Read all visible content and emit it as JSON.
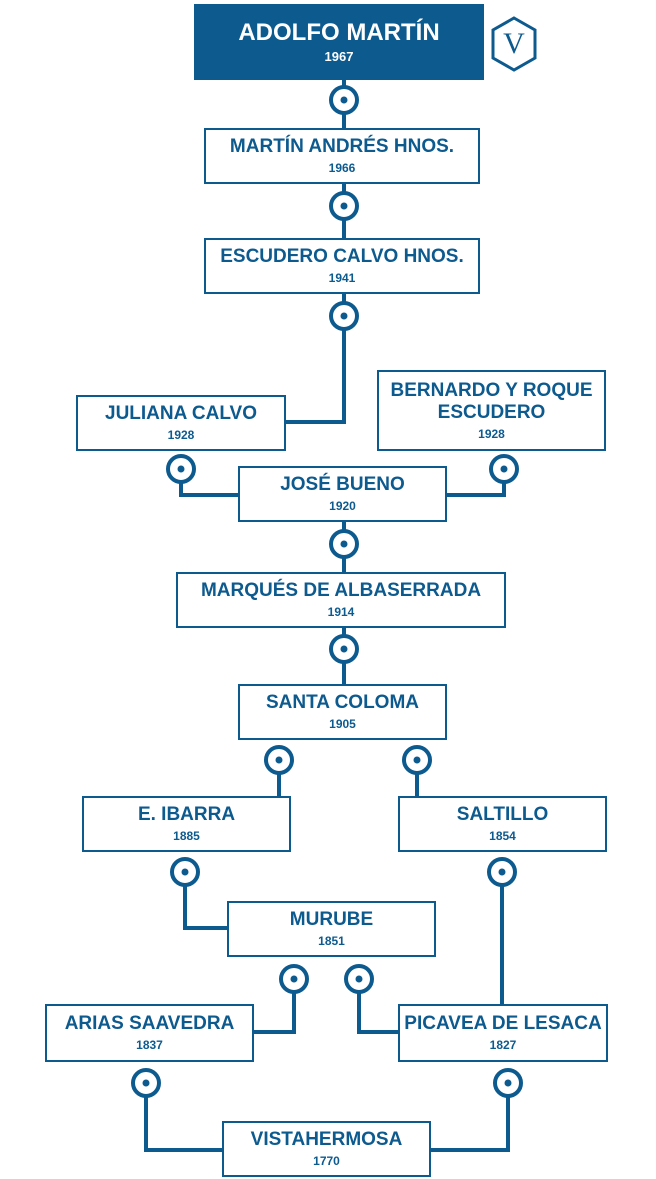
{
  "brand": {
    "logo_letter": "V",
    "color": "#0d5a8f"
  },
  "nodes": {
    "adolfo_martin": {
      "name": "ADOLFO MARTÍN",
      "year": "1967"
    },
    "martin_andres": {
      "name": "MARTÍN ANDRÉS HNOS.",
      "year": "1966"
    },
    "escudero_calvo": {
      "name": "ESCUDERO CALVO HNOS.",
      "year": "1941"
    },
    "juliana_calvo": {
      "name": "JULIANA CALVO",
      "year": "1928"
    },
    "bernardo_roque": {
      "name_line1": "BERNARDO Y ROQUE",
      "name_line2": "ESCUDERO",
      "year": "1928"
    },
    "jose_bueno": {
      "name": "JOSÉ BUENO",
      "year": "1920"
    },
    "marques_albaserrada": {
      "name": "MARQUÉS DE ALBASERRADA",
      "year": "1914"
    },
    "santa_coloma": {
      "name": "SANTA COLOMA",
      "year": "1905"
    },
    "e_ibarra": {
      "name": "E. IBARRA",
      "year": "1885"
    },
    "saltillo": {
      "name": "SALTILLO",
      "year": "1854"
    },
    "murube": {
      "name": "MURUBE",
      "year": "1851"
    },
    "arias_saavedra": {
      "name": "ARIAS SAAVEDRA",
      "year": "1837"
    },
    "picavea_de_lesaca": {
      "name": "PICAVEA DE LESACA",
      "year": "1827"
    },
    "vistahermosa": {
      "name": "VISTAHERMOSA",
      "year": "1770"
    }
  }
}
